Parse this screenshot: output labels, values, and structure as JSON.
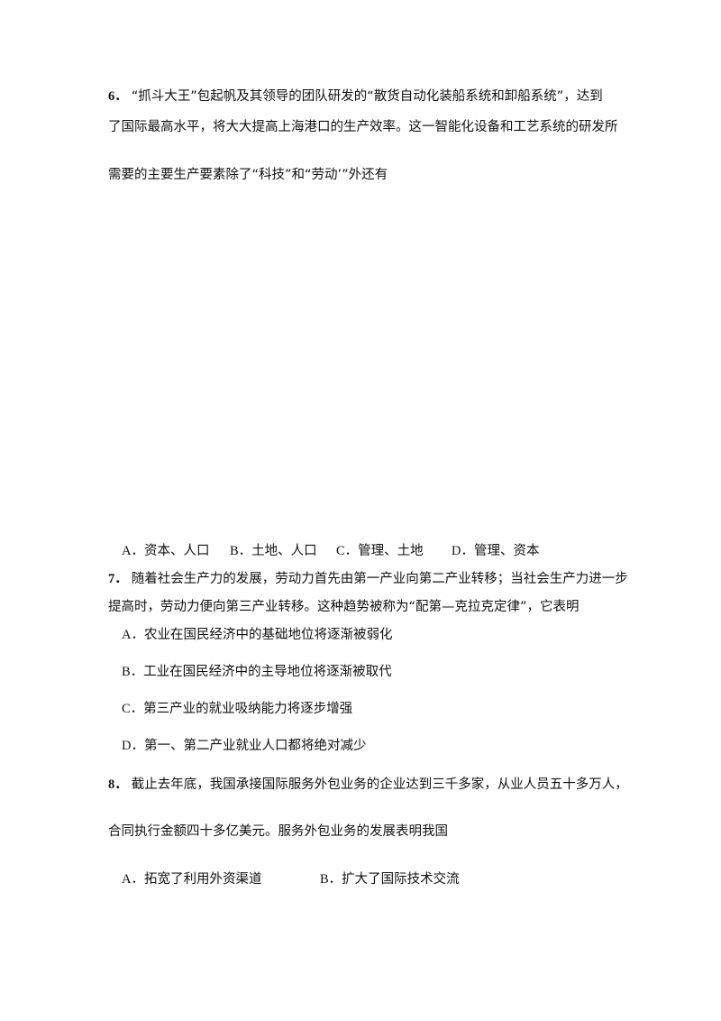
{
  "q6": {
    "number": "6．",
    "line1": "“抓斗大王”包起帆及其领导的团队研发的“散货自动化装船系统和卸船系统”，达到",
    "line2": "了国际最高水平，将大大提高上海港口的生产效率。这一智能化设备和工艺系统的研发所",
    "line3": "需要的主要生产要素除了“科技”和“劳动’”外还有",
    "options": [
      {
        "letter": "A．",
        "text": "资本、人口"
      },
      {
        "letter": "B．",
        "text": "土地、人口"
      },
      {
        "letter": "C．",
        "text": "管理、土地"
      },
      {
        "letter": "D．",
        "text": "管理、资本"
      }
    ]
  },
  "q7": {
    "number": "7．",
    "line1": "随着社会生产力的发展，劳动力首先由第一产业向第二产业转移；当社会生产力进一步",
    "line2": "提高时，劳动力便向第三产业转移。这种趋势被称为“配第—克拉克定律”，它表明",
    "options": [
      {
        "letter": "A．",
        "text": "农业在国民经济中的基础地位将逐渐被弱化"
      },
      {
        "letter": "B．",
        "text": "工业在国民经济中的主导地位将逐渐被取代"
      },
      {
        "letter": "C．",
        "text": "第三产业的就业吸纳能力将逐步增强"
      },
      {
        "letter": "D．",
        "text": "第一、第二产业就业人口都将绝对减少"
      }
    ]
  },
  "q8": {
    "number": "8．",
    "line1": "截止去年底，我国承接国际服务外包业务的企业达到三千多家，从业人员五十多万人，",
    "line2": "合同执行金额四十多亿美元。服务外包业务的发展表明我国",
    "options": [
      {
        "letter": "A．",
        "text": "拓宽了利用外资渠道"
      },
      {
        "letter": "B．",
        "text": "扩大了国际技术交流"
      }
    ]
  }
}
